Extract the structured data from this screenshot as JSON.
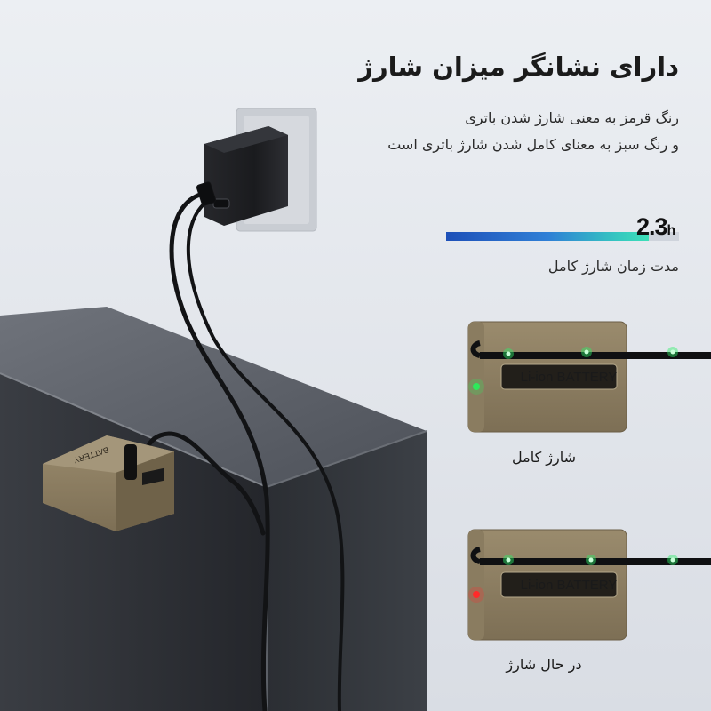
{
  "headline": "دارای نشانگر میزان شارژ",
  "description": {
    "line1": "رنگ قرمز به معنی شارژ شدن باتری",
    "line2": "و رنگ سبز به معنای کامل شدن شارژ باتری است"
  },
  "charge_time": {
    "value": "2.3",
    "unit": "h",
    "caption": "مدت زمان شارژ کامل",
    "bar_fill_fraction": 0.87
  },
  "batteries": {
    "label": "Li-ion BATTERY",
    "small_battery_label": "BATTERY",
    "full": {
      "caption": "شارژ کامل",
      "indicator_color": "#2ee85a"
    },
    "charging": {
      "caption": "در حال شارژ",
      "indicator_color": "#ff2a2a"
    }
  },
  "colors": {
    "battery_body": "#8e7f62",
    "cable_led": "#2ef06a",
    "charger": "#1c1d20"
  }
}
